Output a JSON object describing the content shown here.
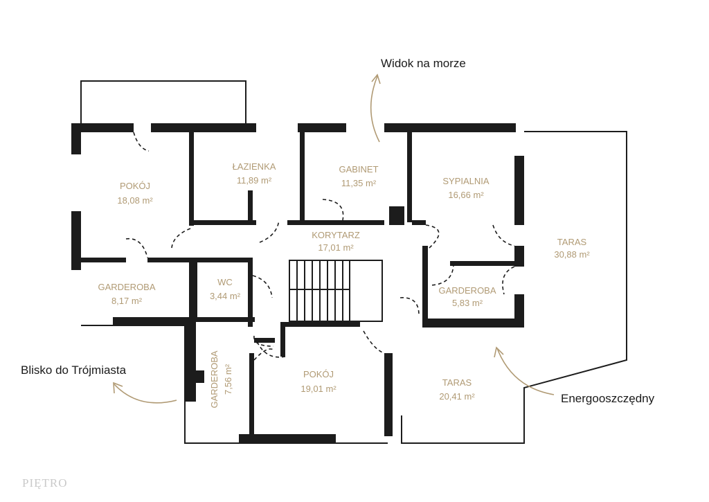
{
  "annotations": {
    "sea_view": "Widok na morze",
    "near_tricity": "Blisko do Trójmiasta",
    "energy_efficient": "Energooszczędny"
  },
  "floor_label": "PIĘTRO",
  "area_unit": "m²",
  "rooms": [
    {
      "name": "POKÓJ",
      "area": "18,08 m²"
    },
    {
      "name": "ŁAZIENKA",
      "area": "11,89 m²"
    },
    {
      "name": "GABINET",
      "area": "11,35 m²"
    },
    {
      "name": "SYPIALNIA",
      "area": "16,66 m²"
    },
    {
      "name": "KORYTARZ",
      "area": "17,01 m²"
    },
    {
      "name": "TARAS",
      "area": "30,88 m²"
    },
    {
      "name": "GARDEROBA",
      "area": "8,17 m²"
    },
    {
      "name": "WC",
      "area": "3,44 m²"
    },
    {
      "name": "GARDEROBA",
      "area": "5,83 m²"
    },
    {
      "name": "GARDEROBA",
      "area": "7,56 m²"
    },
    {
      "name": "POKÓJ",
      "area": "19,01 m²"
    },
    {
      "name": "TARAS",
      "area": "20,41 m²"
    }
  ],
  "colors": {
    "label": "#b09a74",
    "wall": "#1c1c1c"
  }
}
